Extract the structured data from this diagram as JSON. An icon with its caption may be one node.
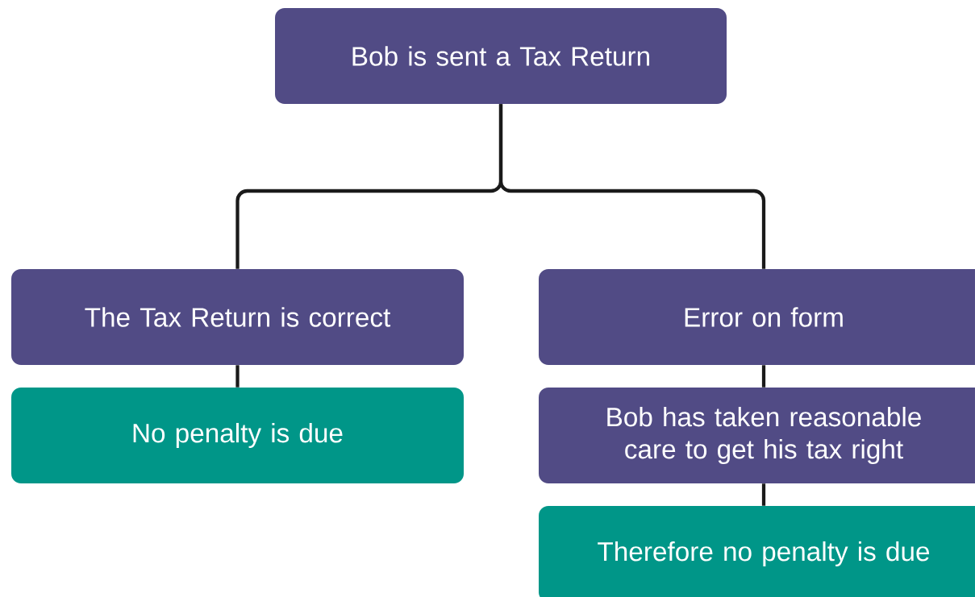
{
  "diagram": {
    "nodes": [
      {
        "text": [
          "Bob is sent a Tax Return"
        ]
      },
      {
        "text": [
          "The Tax Return is correct"
        ]
      },
      {
        "text": [
          "Error on form"
        ]
      },
      {
        "text": [
          "No penalty is due"
        ]
      },
      {
        "text": [
          "Bob has taken reasonable care to get his tax right"
        ]
      },
      {
        "text": [
          "Therefore no penalty is due"
        ]
      }
    ],
    "edges": [
      {
        "from": 0,
        "to": 1,
        "arrow": "none"
      },
      {
        "from": 0,
        "to": 2,
        "arrow": "none"
      },
      {
        "from": 1,
        "to": 3,
        "arrow": "none"
      },
      {
        "from": 2,
        "to": 4,
        "arrow": "none"
      },
      {
        "from": 4,
        "to": 5,
        "arrow": "none"
      }
    ]
  }
}
